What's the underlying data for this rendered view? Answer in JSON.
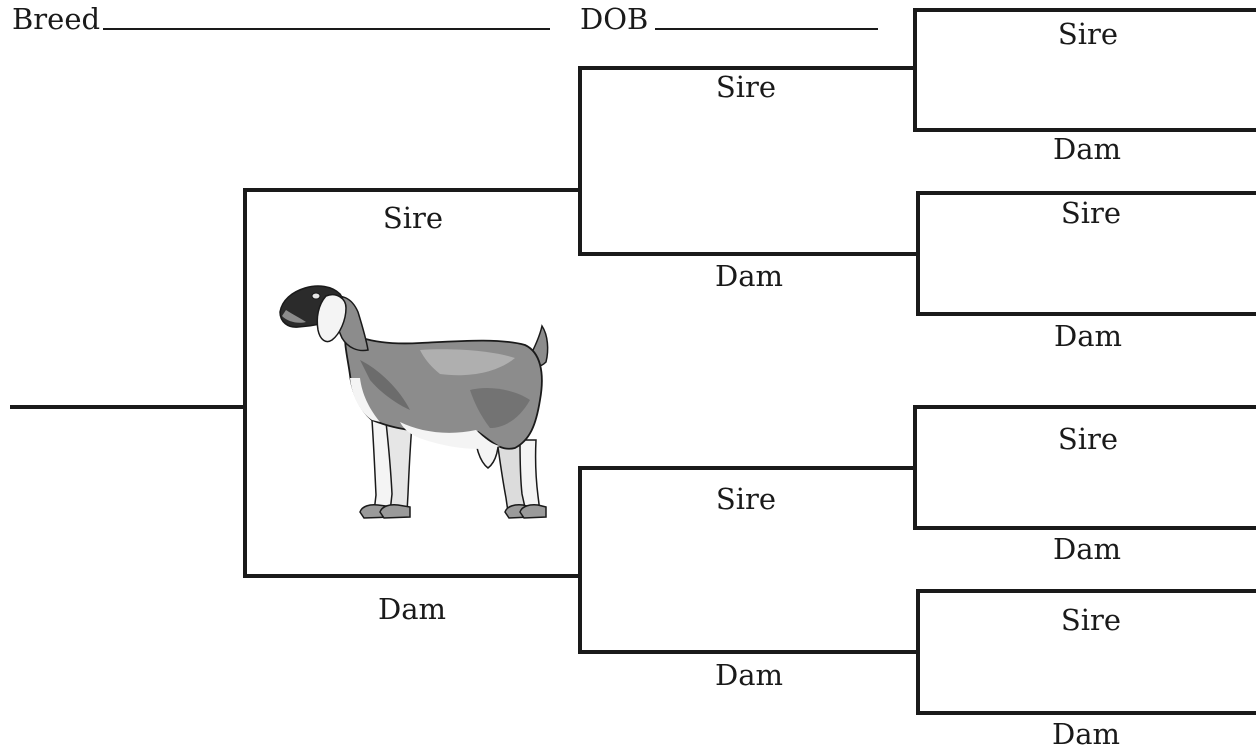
{
  "header": {
    "breed_label": "Breed",
    "dob_label": "DOB"
  },
  "labels": {
    "sire": "Sire",
    "dam": "Dam"
  },
  "colors": {
    "ink": "#1a1a1a",
    "goat_body": "#8c8c8c",
    "goat_shadow": "#5e5e5e",
    "goat_highlight": "#b8b8b8",
    "goat_white": "#f4f4f4",
    "goat_head_dark": "#2b2b2b"
  },
  "icons": {
    "animal": "goat-illustration"
  }
}
